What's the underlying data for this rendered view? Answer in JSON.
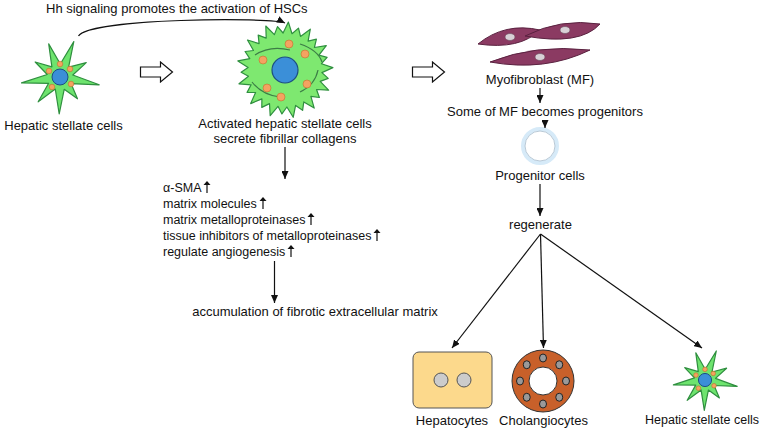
{
  "diagram": {
    "nodes": [
      {
        "text": [
          "Hepatic stellate cells"
        ]
      },
      {
        "text": [
          "Activated hepatic stellate cells secrete fibrillar collagens"
        ]
      },
      {
        "text": [
          "α-SMA",
          "matrix molecules",
          "matrix metalloproteinases",
          "tissue inhibitors of metalloproteinases",
          "regulate angiogenesis"
        ]
      },
      {
        "text": [
          "accumulation of fibrotic extracellular matrix"
        ]
      },
      {
        "text": [
          "Myofibroblast (MF)"
        ]
      },
      {
        "text": [
          "Some of MF becomes progenitors"
        ]
      },
      {
        "text": [
          "Progenitor cells"
        ]
      },
      {
        "text": [
          "regenerate"
        ]
      },
      {
        "text": [
          "Hepatocytes"
        ]
      },
      {
        "text": [
          "Cholangiocytes"
        ]
      },
      {
        "text": [
          "Hepatic stellate cells"
        ]
      }
    ],
    "edges": [
      {
        "from": 0,
        "to": 1,
        "arrow": "to",
        "label": "Hh signaling promotes the activation of HSCs"
      },
      {
        "from": 0,
        "to": 1,
        "arrow": "to"
      },
      {
        "from": 1,
        "to": 2,
        "arrow": "to"
      },
      {
        "from": 2,
        "to": 3,
        "arrow": "to"
      },
      {
        "from": 1,
        "to": 4,
        "arrow": "to"
      },
      {
        "from": 4,
        "to": 5,
        "arrow": "to"
      },
      {
        "from": 5,
        "to": 6,
        "arrow": "to"
      },
      {
        "from": 6,
        "to": 7,
        "arrow": "to"
      },
      {
        "from": 7,
        "to": 8,
        "arrow": "to"
      },
      {
        "from": 7,
        "to": 9,
        "arrow": "to"
      },
      {
        "from": 7,
        "to": 10,
        "arrow": "to"
      }
    ]
  }
}
